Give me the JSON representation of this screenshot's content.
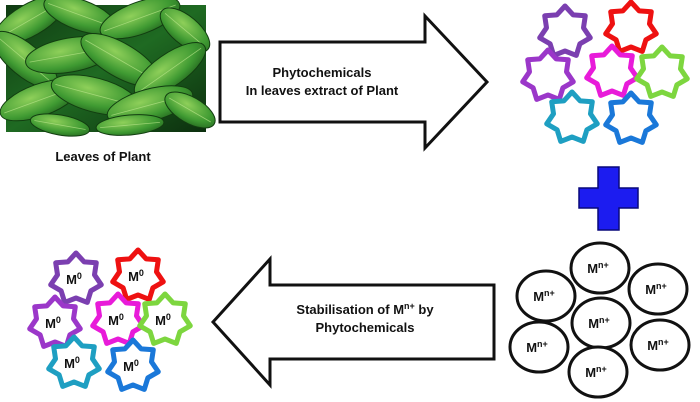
{
  "leaves_caption": "Leaves of Plant",
  "top_arrow": {
    "line1": "Phytochemicals",
    "line2": "In leaves extract of Plant"
  },
  "bottom_arrow": {
    "line1_prefix": "Stabilisation of M",
    "line1_sup": "n+",
    "line1_suffix": " by",
    "line2": "Phytochemicals"
  },
  "metal_ion": {
    "base": "M",
    "sup": "n+"
  },
  "nanoparticle": {
    "base": "M",
    "sup": "0"
  },
  "plus_color": "#1c1cf0",
  "star_colors": [
    "#7b3fb0",
    "#ee1111",
    "#9b37c9",
    "#e81bd9",
    "#7dd63f",
    "#1e9fc2",
    "#1a78d9"
  ]
}
